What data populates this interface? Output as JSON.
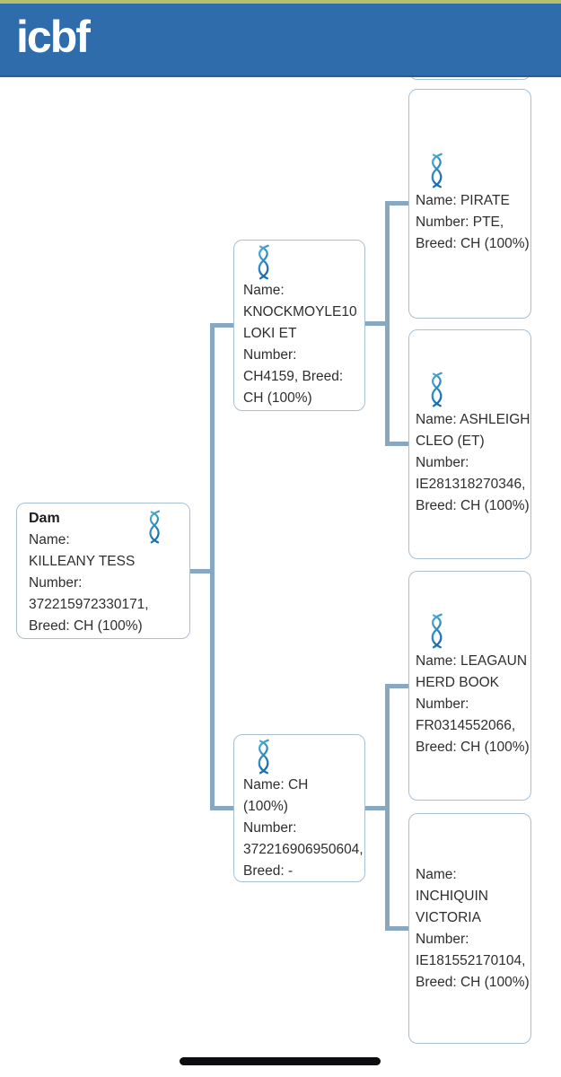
{
  "app": {
    "logo": "icbf"
  },
  "colors": {
    "header_blue": "#2f6cab",
    "top_stripe_green": "#b4c16c",
    "connector_blue": "#88a7c1",
    "node_border": "#a9c0d3",
    "dna_icon_light": "#4fb3d6",
    "dna_icon_dark": "#1a6dad",
    "text": "#2e2e2e"
  },
  "pedigree": {
    "dam": {
      "label": "Dam",
      "lines": [
        "Name:",
        "KILLEANY TESS",
        "Number:",
        "372215972330171,",
        "Breed: CH (100%)"
      ]
    },
    "sire_of_dam": {
      "lines": [
        "Name:",
        "KNOCKMOYLE10",
        "LOKI ET",
        "Number:",
        "CH4159, Breed:",
        "CH (100%)"
      ]
    },
    "dam_of_dam": {
      "lines": [
        "Name: CH",
        "(100%)",
        "Number:",
        "372216906950604,",
        "Breed: -"
      ]
    },
    "gp_sire_sire": {
      "lines": [
        "Name: PIRATE",
        "Number: PTE,",
        "Breed: CH (100%)"
      ]
    },
    "gp_sire_dam": {
      "lines": [
        "Name: ASHLEIGH",
        "CLEO (ET)",
        "Number:",
        "IE281318270346,",
        "Breed: CH (100%)"
      ]
    },
    "gp_dam_sire": {
      "lines": [
        "Name: LEAGAUN",
        "HERD BOOK",
        "Number:",
        "FR0314552066,",
        "Breed: CH (100%)"
      ]
    },
    "gp_dam_dam": {
      "lines": [
        "Name:",
        "INCHIQUIN",
        "VICTORIA",
        "Number:",
        "IE181552170104,",
        "Breed: CH (100%)"
      ]
    }
  }
}
